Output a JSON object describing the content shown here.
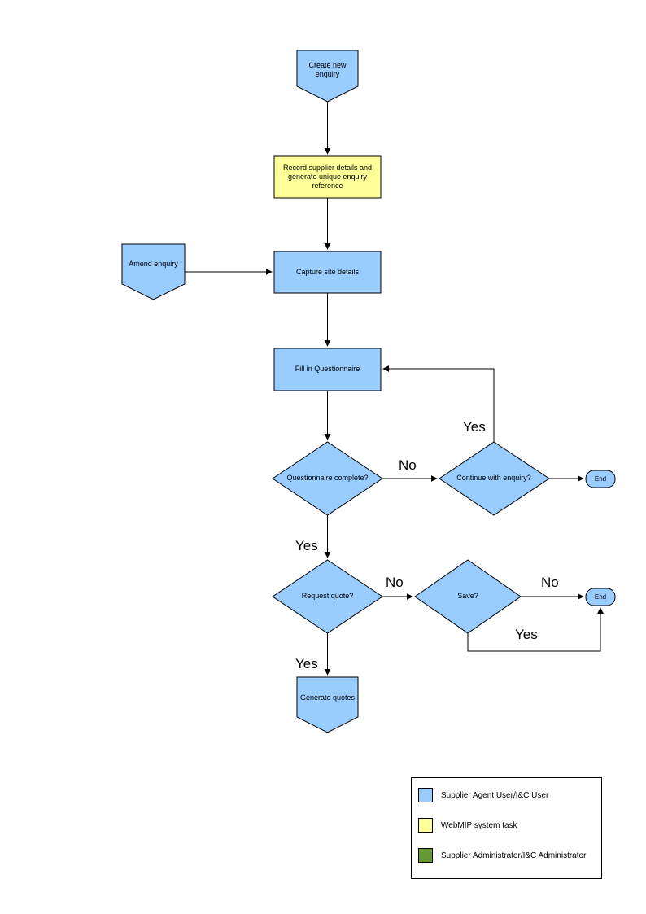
{
  "diagram": {
    "nodes": {
      "create_new_enquiry": "Create new enquiry",
      "record_supplier_details": "Record supplier details and generate unique enquiry reference",
      "amend_enquiry": "Amend enquiry",
      "capture_site_details": "Capture site details",
      "fill_in_questionnaire": "Fill in Questionnaire",
      "questionnaire_complete": "Questionnaire complete?",
      "continue_with_enquiry": "Continue with enquiry?",
      "end_continue": "End",
      "request_quote": "Request quote?",
      "save": "Save?",
      "end_save": "End",
      "generate_quotes": "Generate quotes"
    },
    "edge_labels": {
      "questionnaire_no": "No",
      "continue_yes": "Yes",
      "questionnaire_yes": "Yes",
      "request_no": "No",
      "save_no": "No",
      "save_yes": "Yes",
      "request_yes": "Yes"
    },
    "colors": {
      "user_task_fill": "#99CCFF",
      "system_task_fill": "#FFFF99",
      "admin_task_fill": "#669933"
    }
  },
  "legend": {
    "items": [
      {
        "label": "Supplier Agent User/I&C User",
        "color": "#99CCFF"
      },
      {
        "label": "WebMIP system task",
        "color": "#FFFF99"
      },
      {
        "label": "Supplier Administrator/I&C Administrator",
        "color": "#669933"
      }
    ]
  }
}
